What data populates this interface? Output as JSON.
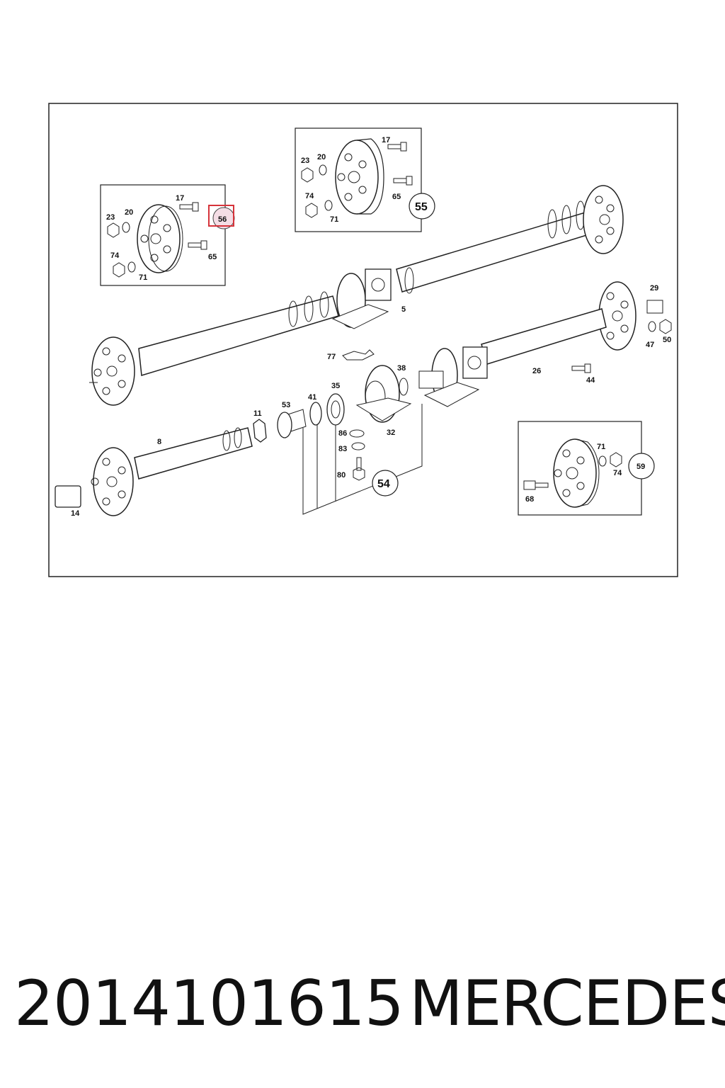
{
  "diagram": {
    "labels": {
      "box56": {
        "l17": "17",
        "l20": "20",
        "l23": "23",
        "l74": "74",
        "l71": "71",
        "l65": "65",
        "callout": "56"
      },
      "box55": {
        "l17": "17",
        "l20": "20",
        "l23": "23",
        "l74": "74",
        "l71": "71",
        "l65": "65",
        "callout": "55"
      },
      "box59": {
        "l71": "71",
        "l74": "74",
        "l68": "68",
        "callout": "59"
      },
      "main": {
        "l5": "5",
        "l29": "29",
        "l47": "47",
        "l50": "50",
        "l77": "77",
        "l38": "38",
        "l26": "26",
        "l44": "44",
        "l35": "35",
        "l41": "41",
        "l53": "53",
        "l11": "11",
        "l8": "8",
        "l32": "32",
        "l86": "86",
        "l83": "83",
        "l80": "80",
        "l54": "54",
        "l14": "14"
      }
    },
    "highlight_color": "#d6333a"
  },
  "footer": {
    "part_number": "2014101615",
    "brand": "MERCEDES"
  }
}
